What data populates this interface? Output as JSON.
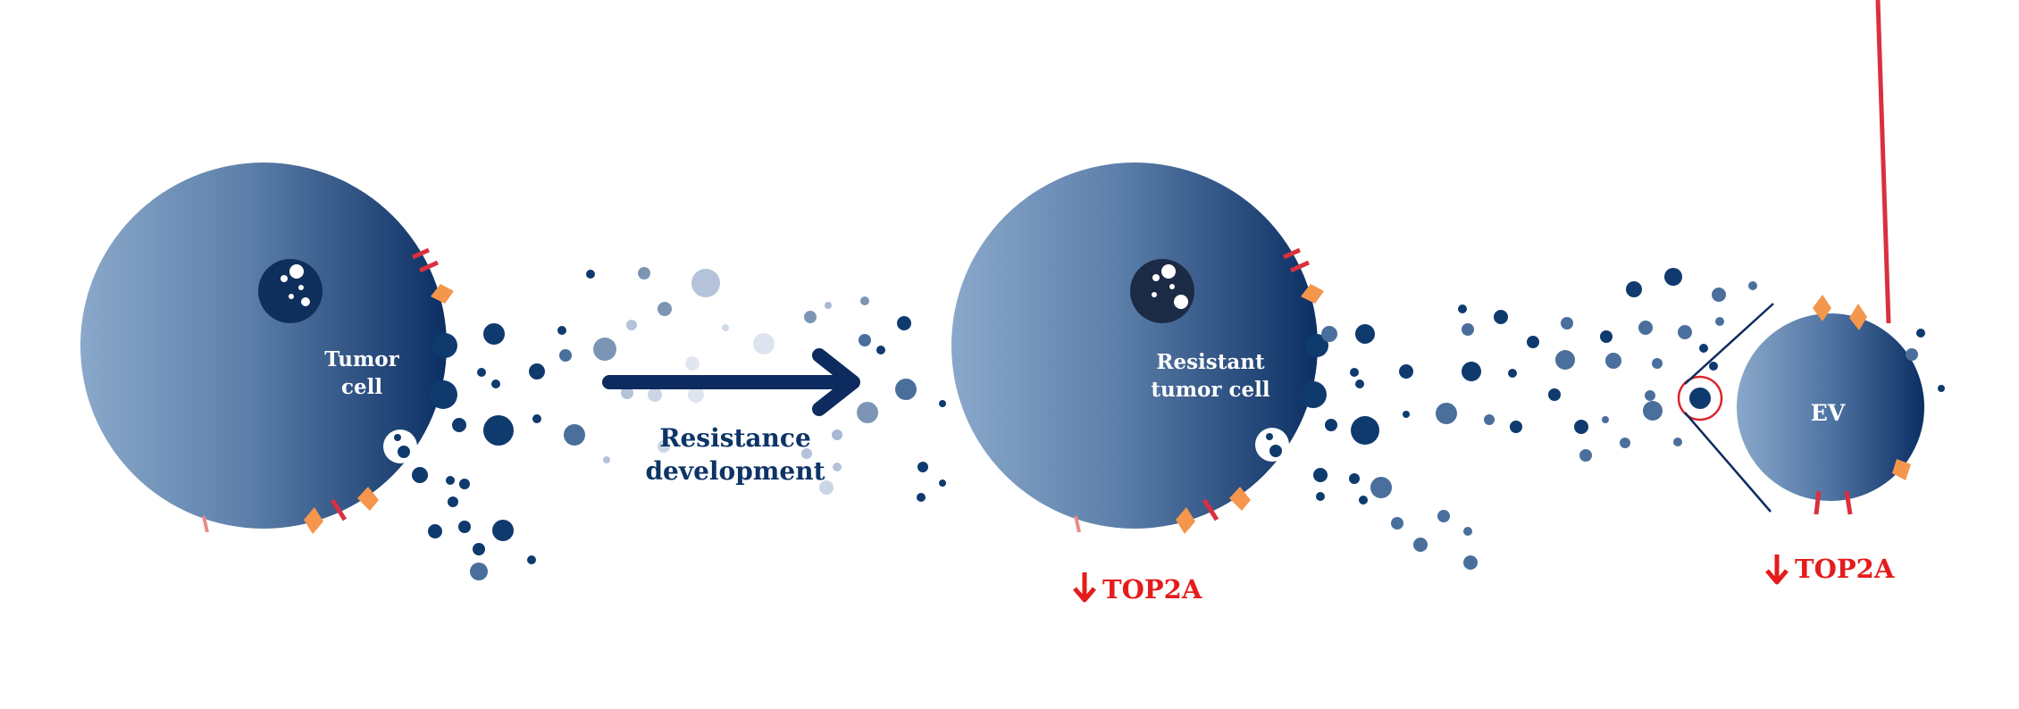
{
  "labels": {
    "tumor_cell_line1": "Tumor",
    "tumor_cell_line2": "cell",
    "resistance_line1": "Resistance",
    "resistance_line2": "development",
    "resistant_cell_line1": "Resistant",
    "resistant_cell_line2": "tumor cell",
    "ev": "EV",
    "marker_1": "TOP2A",
    "marker_2": "TOP2A"
  },
  "colors": {
    "cell_light": "#88a6c8",
    "cell_dark": "#0e3368",
    "nucleus": "#0e2f5c",
    "nucleus_resistant": "#1b2b45",
    "arrow": "#0d2b5e",
    "receptor_red": "#d93040",
    "receptor_pink": "#e98a8a",
    "receptor_orange": "#f4964c",
    "highlight_circle": "#d9252c",
    "marker_red": "#e41c1c",
    "vesicle_dark": "#0f3a6e",
    "vesicle_mid": "#4a6f9c",
    "vesicle_light": "#a7b9d2"
  },
  "icons": {
    "down_arrow": "down-arrow-icon",
    "forward_arrow": "right-arrow-icon"
  }
}
